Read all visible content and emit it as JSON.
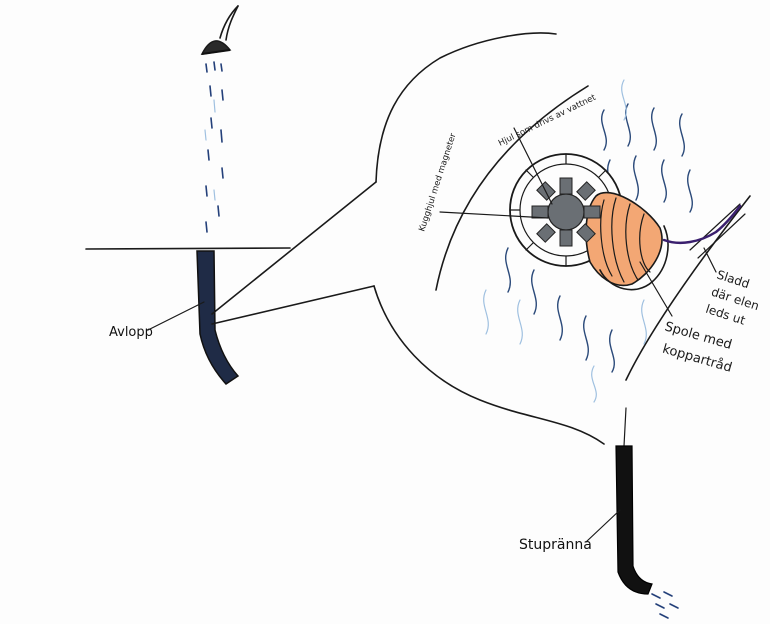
{
  "labels": {
    "drain": "Avlopp",
    "downpipe": "Stupränna",
    "gear_wheel": "Kugghjul med magneter",
    "water_wheel": "Hjul som drivs av vattnet",
    "coil": [
      "Spole med",
      "koppartråd"
    ],
    "cable": [
      "Sladd",
      "där elen",
      "leds ut"
    ]
  },
  "colors": {
    "pipe": "#1f2b46",
    "water": "#2b4a7a",
    "coil": "#f0a070",
    "cable": "#3a1f6e",
    "gear": "#6a6f74"
  }
}
